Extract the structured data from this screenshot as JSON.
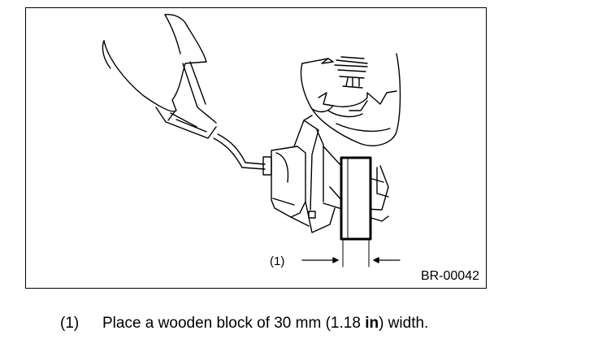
{
  "figure": {
    "callout_label": "(1)",
    "figure_code": "BR-00042"
  },
  "caption": {
    "number": "(1)",
    "pre": "Place a wooden block of 30 mm (1.18 ",
    "bold": "in",
    "post": ") width."
  }
}
